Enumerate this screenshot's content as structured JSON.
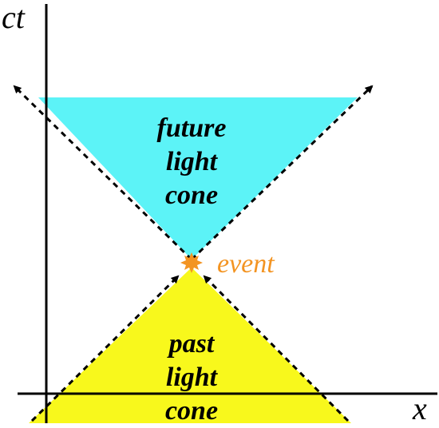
{
  "axes": {
    "vertical_label": "ct",
    "horizontal_label": "x"
  },
  "future_cone": {
    "lines": [
      "future",
      "light",
      "cone"
    ],
    "fill_color": "#5cf3f7"
  },
  "past_cone": {
    "lines": [
      "past",
      "light",
      "cone"
    ],
    "fill_color": "#f8f81c"
  },
  "event": {
    "label": "event",
    "color": "#f39422"
  }
}
